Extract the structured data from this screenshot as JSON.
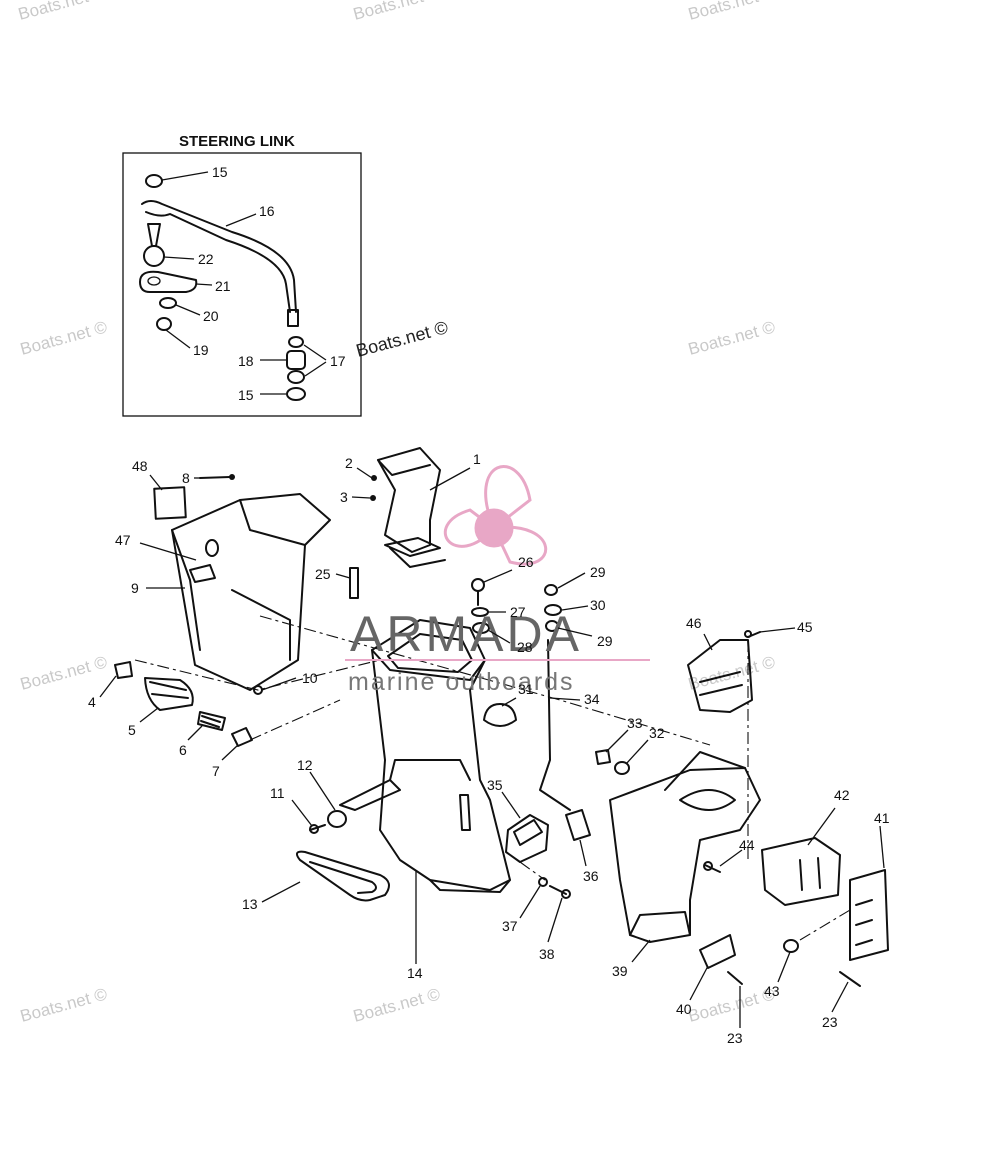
{
  "inset": {
    "title": "STEERING LINK"
  },
  "watermark": {
    "text": "Boats.net ©"
  },
  "logo": {
    "name": "ARMADA",
    "tagline": "marine outboards",
    "color": "#e8a7c6"
  },
  "callouts": {
    "c1": "1",
    "c2": "2",
    "c3": "3",
    "c4": "4",
    "c5": "5",
    "c6": "6",
    "c7": "7",
    "c8": "8",
    "c9": "9",
    "c10": "10",
    "c11": "11",
    "c12": "12",
    "c13": "13",
    "c14": "14",
    "c15a": "15",
    "c15b": "15",
    "c16": "16",
    "c17": "17",
    "c18": "18",
    "c19": "19",
    "c20": "20",
    "c21": "21",
    "c22": "22",
    "c23a": "23",
    "c23b": "23",
    "c25": "25",
    "c26": "26",
    "c27": "27",
    "c28": "28",
    "c29a": "29",
    "c29b": "29",
    "c30": "30",
    "c31": "31",
    "c32": "32",
    "c33": "33",
    "c34": "34",
    "c35": "35",
    "c36": "36",
    "c37": "37",
    "c38": "38",
    "c39": "39",
    "c40": "40",
    "c41": "41",
    "c42": "42",
    "c43": "43",
    "c44": "44",
    "c45": "45",
    "c46": "46",
    "c47": "47",
    "c48": "48"
  }
}
